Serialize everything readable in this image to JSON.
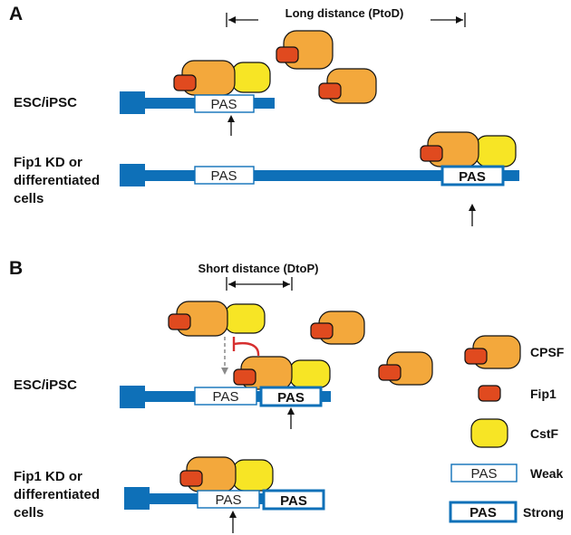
{
  "colors": {
    "cpsf": "#f3a83c",
    "cpsf_light": "#f6bc48",
    "fip1": "#e04a1f",
    "cstf": "#f7e525",
    "gene": "#0e70b8",
    "inhibit": "#d62f2f",
    "dashed_arrow": "#8a8a8a"
  },
  "panel_a": {
    "label": "A",
    "distance_label": "Long distance (PtoD)",
    "row1_label": "ESC/iPSC",
    "row2_label_lines": [
      "Fip1 KD or",
      "differentiated",
      "cells"
    ]
  },
  "panel_b": {
    "label": "B",
    "distance_label": "Short distance (DtoP)",
    "row1_label": "ESC/iPSC",
    "row2_label_lines": [
      "Fip1 KD or",
      "differentiated",
      "cells"
    ]
  },
  "pas": {
    "weak_text": "PAS",
    "strong_text": "PAS"
  },
  "legend": {
    "cpsf": "CPSF",
    "fip1": "Fip1",
    "cstf": "CstF",
    "weak": "Weak",
    "strong": "Strong",
    "weak_box": "PAS",
    "strong_box": "PAS"
  }
}
